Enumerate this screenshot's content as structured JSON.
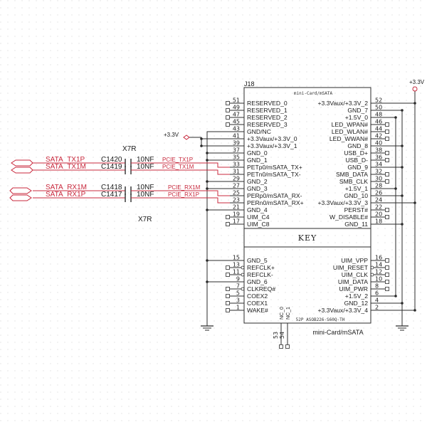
{
  "component": {
    "ref": "J18",
    "title": "mini-Card/mSATA",
    "key_label": "KEY",
    "part_number": "52P ASOB226-S60Q-TH",
    "bottom_label": "mini-Card/mSATA"
  },
  "power": {
    "left_label": "+3.3V",
    "right_label": "+3.3V"
  },
  "left_pins": [
    {
      "num": "51",
      "name": "RESERVED_0"
    },
    {
      "num": "49",
      "name": "RESERVED_1"
    },
    {
      "num": "47",
      "name": "RESERVED_2"
    },
    {
      "num": "45",
      "name": "RESERVED_3"
    },
    {
      "num": "43",
      "name": "GND/NC"
    },
    {
      "num": "41",
      "name": "+3.3Vaux/+3.3V_0"
    },
    {
      "num": "39",
      "name": "+3.3Vaux/+3.3V_1"
    },
    {
      "num": "37",
      "name": "GND_0"
    },
    {
      "num": "35",
      "name": "GND_1"
    },
    {
      "num": "33",
      "name": "PETp0/mSATA_TX+"
    },
    {
      "num": "31",
      "name": "PETn0/mSATA_TX-"
    },
    {
      "num": "29",
      "name": "GND_2"
    },
    {
      "num": "27",
      "name": "GND_3"
    },
    {
      "num": "25",
      "name": "PERp0/mSATA_RX-"
    },
    {
      "num": "23",
      "name": "PERn0/mSATA_RX+"
    },
    {
      "num": "21",
      "name": "GND_4"
    },
    {
      "num": "19",
      "name": "UIM_C4"
    },
    {
      "num": "17",
      "name": "UIM_C8"
    },
    {
      "num": "15",
      "name": "GND_5"
    },
    {
      "num": "13",
      "name": "REFCLK+"
    },
    {
      "num": "11",
      "name": "REFCLK-"
    },
    {
      "num": "9",
      "name": "GND_6"
    },
    {
      "num": "7",
      "name": "CLKREQ#"
    },
    {
      "num": "5",
      "name": "COEX2"
    },
    {
      "num": "3",
      "name": "COEX1"
    },
    {
      "num": "1",
      "name": "WAKE#"
    }
  ],
  "right_pins": [
    {
      "num": "52",
      "name": "+3.3Vaux/+3.3V_2"
    },
    {
      "num": "50",
      "name": "GND_7"
    },
    {
      "num": "48",
      "name": "+1.5V_0"
    },
    {
      "num": "46",
      "name": "LED_WPAN#"
    },
    {
      "num": "44",
      "name": "LED_WLAN#"
    },
    {
      "num": "42",
      "name": "LED_WWAN#"
    },
    {
      "num": "40",
      "name": "GND_8"
    },
    {
      "num": "38",
      "name": "USB_D+"
    },
    {
      "num": "36",
      "name": "USB_D-"
    },
    {
      "num": "34",
      "name": "GND_9"
    },
    {
      "num": "32",
      "name": "SMB_DATA"
    },
    {
      "num": "30",
      "name": "SMB_CLK"
    },
    {
      "num": "28",
      "name": "+1.5V_1"
    },
    {
      "num": "26",
      "name": "GND_10"
    },
    {
      "num": "24",
      "name": "+3.3Vaux/+3.3V_3"
    },
    {
      "num": "22",
      "name": "PERST#"
    },
    {
      "num": "20",
      "name": "W_DISABLE#"
    },
    {
      "num": "18",
      "name": "GND_11"
    },
    {
      "num": "16",
      "name": "UIM_VPP"
    },
    {
      "num": "14",
      "name": "UIM_RESET"
    },
    {
      "num": "12",
      "name": "UIM_CLK"
    },
    {
      "num": "10",
      "name": "UIM_DATA"
    },
    {
      "num": "8",
      "name": "UIM_PWR"
    },
    {
      "num": "6",
      "name": "+1.5V_2"
    },
    {
      "num": "4",
      "name": "GND_12"
    },
    {
      "num": "2",
      "name": "+3.3Vaux/+3.3V_4"
    }
  ],
  "bottom_pins": [
    {
      "num": "53",
      "name": "NC_0"
    },
    {
      "num": "54",
      "name": "NC_1"
    }
  ],
  "signals": [
    {
      "port": "SATA_TX1P",
      "cap": "C1420",
      "value": "10NF",
      "net": "PCIE_TX1P"
    },
    {
      "port": "SATA_TX1M",
      "cap": "C1419",
      "value": "10NF",
      "net": "PCIE_TX1M"
    },
    {
      "port": "SATA_RX1M",
      "cap": "C1418",
      "value": "10NF",
      "net": "PCIE_RX1M"
    },
    {
      "port": "SATA_RX1P",
      "cap": "C1417",
      "value": "10NF",
      "net": "PCIE_RX1P"
    }
  ],
  "dielectric": {
    "top": "X7R",
    "bottom": "X7R"
  }
}
